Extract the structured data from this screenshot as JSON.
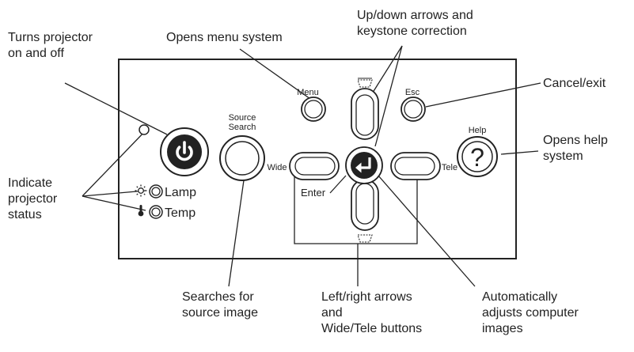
{
  "callouts": {
    "power": [
      "Turns projector",
      "on and off"
    ],
    "menu": "Opens menu system",
    "updown": [
      "Up/down arrows and",
      "keystone correction"
    ],
    "cancel": "Cancel/exit",
    "help": [
      "Opens help",
      "system"
    ],
    "status": [
      "Indicate",
      "projector",
      "status"
    ],
    "search": [
      "Searches for",
      "source image"
    ],
    "leftright": [
      "Left/right arrows",
      "and",
      "Wide/Tele buttons"
    ],
    "auto": [
      "Automatically",
      "adjusts computer",
      "images"
    ]
  },
  "panel_labels": {
    "source_search": [
      "Source",
      "Search"
    ],
    "menu": "Menu",
    "esc": "Esc",
    "help": "Help",
    "wide": "Wide",
    "tele": "Tele",
    "enter": "Enter",
    "lamp": "Lamp",
    "temp": "Temp",
    "help_glyph": "?"
  },
  "icons": {
    "power": "power-icon",
    "enter": "return-arrow-icon",
    "lamp": "sun-icon",
    "temp": "thermometer-icon",
    "keystone": "trapezoid-icon"
  }
}
